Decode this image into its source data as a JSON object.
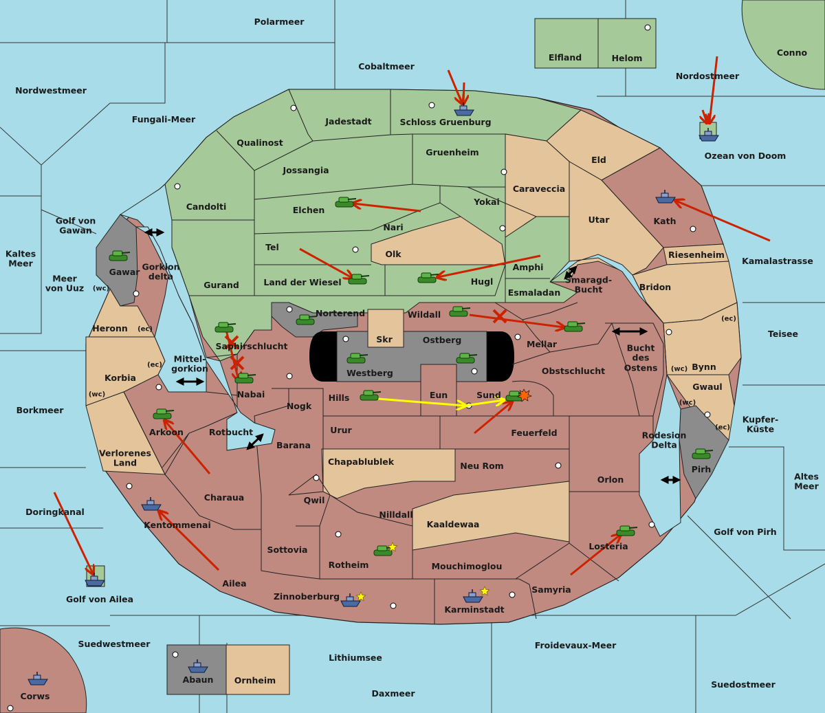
{
  "colors": {
    "sea": "#a8dce8",
    "green": "#a5c998",
    "red": "#c08a80",
    "tan": "#e4c49b",
    "gray": "#8c8c8c",
    "black": "#000000",
    "border": "#222222",
    "order_arrow": "#cc2200",
    "support_arrow": "#ffff00"
  },
  "labels": {
    "polarmeer": "Polarmeer",
    "elfland": "Elfland",
    "helom": "Helom",
    "conno": "Conno",
    "cobaltmeer": "Cobaltmeer",
    "nordwestmeer": "Nordwestmeer",
    "nordostmeer": "Nordostmeer",
    "fungali_meer": "Fungali-Meer",
    "jadestadt": "Jadestadt",
    "schloss_gruenburg": "Schloss Gruenburg",
    "ozean_von_doom": "Ozean von Doom",
    "qualinost": "Qualinost",
    "gruenheim": "Gruenheim",
    "eld": "Eld",
    "jossangia": "Jossangia",
    "caraveccia": "Caraveccia",
    "candolti": "Candolti",
    "elchen": "Elchen",
    "yokai": "Yokai",
    "utar": "Utar",
    "kath": "Kath",
    "golf_von_gawan": "Golf von\nGawan",
    "nari": "Nari",
    "kamalastrasse": "Kamalastrasse",
    "kaltes_meer": "Kaltes\nMeer",
    "tel": "Tel",
    "olk": "Olk",
    "riesenheim": "Riesenheim",
    "gawar": "Gawar",
    "gorkion_delta": "Gorkion\ndelta",
    "amphi": "Amphi",
    "meer_von_uuz": "Meer\nvon Uuz",
    "land_der_wiesel": "Land der Wiesel",
    "hugl": "Hugl",
    "smaragd_bucht": "Smaragd-\nBucht",
    "bridon": "Bridon",
    "gurand": "Gurand",
    "esmaladan": "Esmaladan",
    "wc1": "(wc)",
    "norterend": "Norterend",
    "wildall": "Wildall",
    "ec1": "(ec)",
    "heronn": "Heronn",
    "ec2": "(ec)",
    "teisee": "Teisee",
    "skr": "Skr",
    "ostberg": "Ostberg",
    "mellar": "Mellar",
    "saphirschlucht": "Saphirschlucht",
    "bucht_des_ostens": "Bucht\ndes\nOstens",
    "mittelgorkion": "Mittel-\ngorkion",
    "ec3": "(ec)",
    "westberg": "Westberg",
    "obstschlucht": "Obstschlucht",
    "wc2": "(wc)",
    "bynn": "Bynn",
    "korbia": "Korbia",
    "nabai": "Nabai",
    "gwaul": "Gwaul",
    "wc3": "(wc)",
    "hills": "Hills",
    "eun": "Eun",
    "sund": "Sund",
    "wc4": "(wc)",
    "nogk": "Nogk",
    "borkmeer": "Borkmeer",
    "kupfer_kueste": "Kupfer-\nKüste",
    "urur": "Urur",
    "feuerfeld": "Feuerfeld",
    "ec4": "(ec)",
    "arkoon": "Arkoon",
    "rotbucht": "Rotbucht",
    "rodesion_delta": "Rodesion\nDelta",
    "barana": "Barana",
    "verlorenes_land": "Verlorenes\nLand",
    "chapablublek": "Chapablublek",
    "neu_rom": "Neu Rom",
    "pirh": "Pirh",
    "altes_meer": "Altes\nMeer",
    "orlon": "Orlon",
    "charaua": "Charaua",
    "qwil": "Qwil",
    "doringkanal": "Doringkanal",
    "nilldall": "Nilldall",
    "kaaldewaa": "Kaaldewaa",
    "kentommenai": "Kentommenai",
    "golf_von_pirh": "Golf von Pirh",
    "losteria": "Losteria",
    "sottovia": "Sottovia",
    "rotheim": "Rotheim",
    "mouchimoglou": "Mouchimoglou",
    "ailea": "Ailea",
    "samyria": "Samyria",
    "golf_von_ailea": "Golf von Ailea",
    "zinnoberburg": "Zinnoberburg",
    "karminstadt": "Karminstadt",
    "suedwestmeer": "Suedwestmeer",
    "froidevaux_meer": "Froidevaux-Meer",
    "lithiumsee": "Lithiumsee",
    "abaun": "Abaun",
    "ornheim": "Ornheim",
    "suedostmeer": "Suedostmeer",
    "daxmeer": "Daxmeer",
    "corws": "Corws"
  },
  "unit_icons": [
    "tank-icon",
    "ship-icon",
    "star-icon",
    "explosion-icon",
    "supply-center-icon"
  ]
}
